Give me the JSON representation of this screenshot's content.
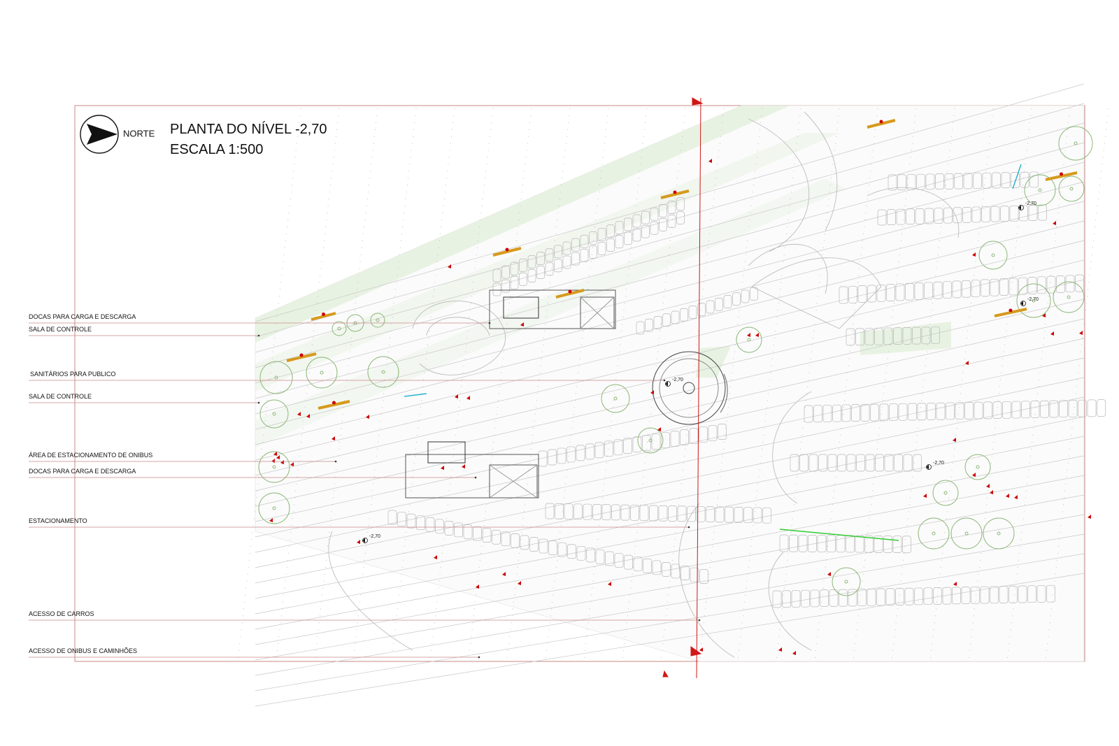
{
  "title": {
    "main": "PLANTA DO NÍVEL  -2,70",
    "scale": "ESCALA 1:500"
  },
  "north": {
    "label": "NORTE",
    "icon": "north-arrow-icon"
  },
  "legend": [
    "DOCAS PARA CARGA E DESCARGA",
    "SALA DE CONTROLE",
    "SANITÁRIOS PARA PUBLICO",
    "SALA DE CONTROLE",
    "ÁREA DE ESTACIONAMENTO DE ONIBUS",
    "DOCAS PARA CARGA E DESCARGA",
    "ESTACIONAMENTO",
    "ACESSO DE CARROS",
    "ACESSO DE ONIBUS E CAMINHÕES"
  ],
  "levels": [
    "-2,70",
    "-2,70",
    "-2,70",
    "-2,70",
    "-2,70"
  ],
  "colors": {
    "frame": "#c98a8a",
    "leader": "#c98a8a",
    "axis": "#d01818",
    "tree": "#8db878",
    "green": "#e4f0dc",
    "bench": "#d69a1c",
    "accent": "#cc0000",
    "cyan": "#2ab4d0",
    "lime": "#33cc33"
  }
}
